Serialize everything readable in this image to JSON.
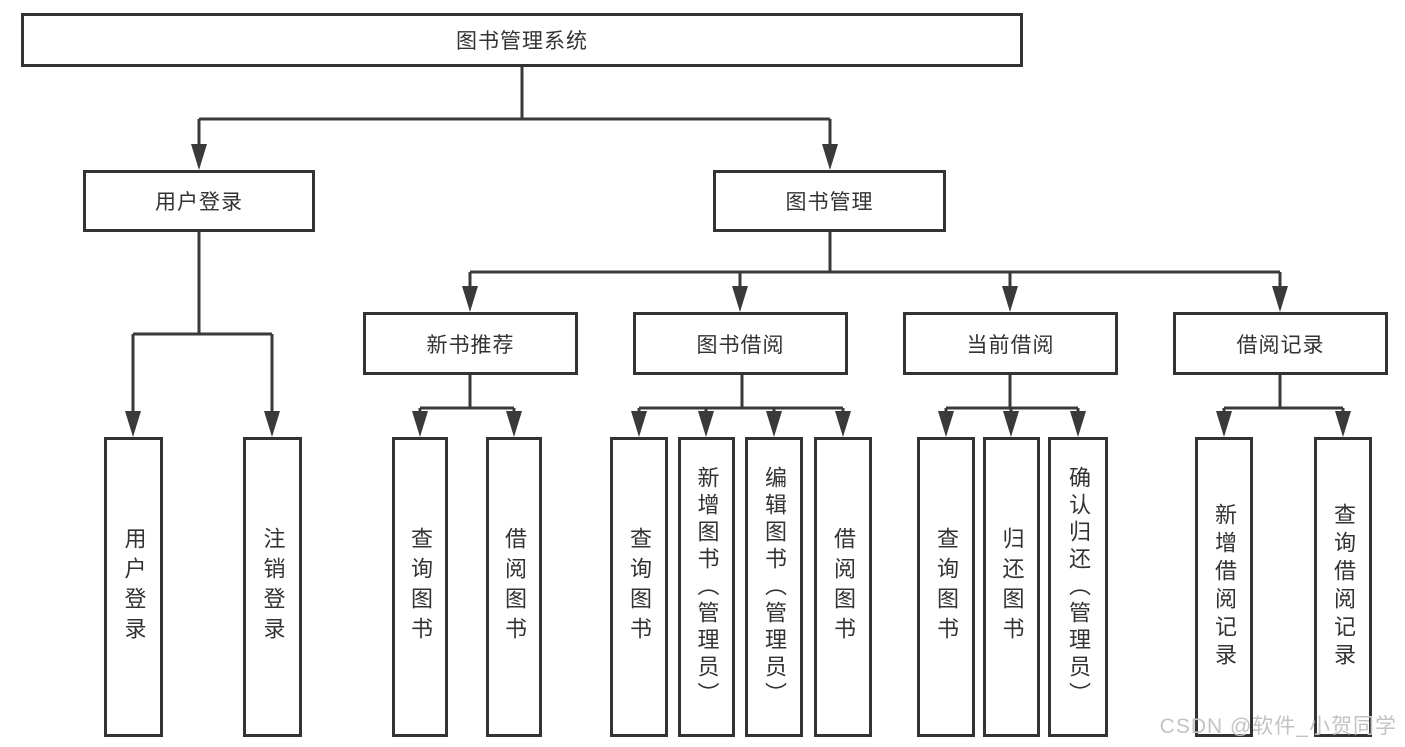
{
  "diagram": {
    "root": {
      "label": "图书管理系统"
    },
    "branches": {
      "user_login": {
        "label": "用户登录",
        "children": {
          "login": {
            "label": "用户登录"
          },
          "logout": {
            "label": "注销登录"
          }
        }
      },
      "book_mgmt": {
        "label": "图书管理",
        "children": {
          "new_book_rec": {
            "label": "新书推荐",
            "children": {
              "query": {
                "label": "查询图书"
              },
              "borrow": {
                "label": "借阅图书"
              }
            }
          },
          "book_borrow": {
            "label": "图书借阅",
            "children": {
              "query": {
                "label": "查询图书"
              },
              "add": {
                "label": "新增图书（管理员）"
              },
              "edit": {
                "label": "编辑图书（管理员）"
              },
              "borrow": {
                "label": "借阅图书"
              }
            }
          },
          "current_borrow": {
            "label": "当前借阅",
            "children": {
              "query": {
                "label": "查询图书"
              },
              "return": {
                "label": "归还图书"
              },
              "confirm": {
                "label": "确认归还（管理员）"
              }
            }
          },
          "borrow_records": {
            "label": "借阅记录",
            "children": {
              "add": {
                "label": "新增借阅记录"
              },
              "query": {
                "label": "查询借阅记录"
              }
            }
          }
        }
      }
    }
  },
  "watermark": {
    "text": "CSDN @软件_小贺同学"
  },
  "colors": {
    "line": "#3a3a3a",
    "box_border": "#333333",
    "text": "#333333",
    "watermark": "#c3c3c3",
    "background": "#ffffff"
  }
}
